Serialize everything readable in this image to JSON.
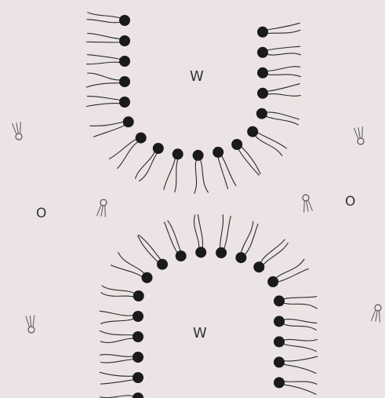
{
  "labels": {
    "water_top": "W",
    "water_bottom": "W",
    "oil_left": "O",
    "oil_right": "O"
  },
  "colors": {
    "background": "#ece4e4",
    "head": "#1a1a1a",
    "tail": "#2a2a2a",
    "free_molecule": "#555555"
  }
}
